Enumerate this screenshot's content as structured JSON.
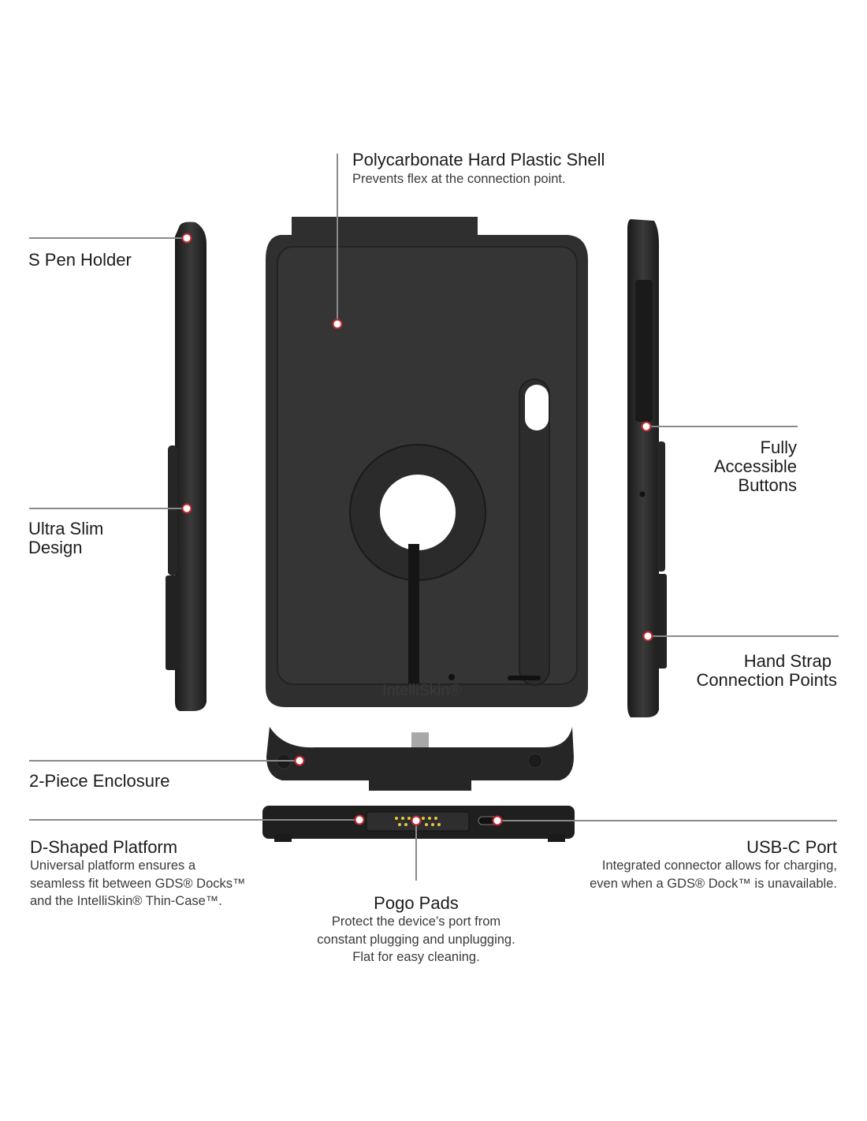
{
  "colors": {
    "accent_ring": "#c0272d",
    "case_body": "#2e2e2e",
    "leader_line": "#8a8a8a",
    "pogo_pins": "#e8c840"
  },
  "callouts": {
    "shell": {
      "title": "Polycarbonate Hard Plastic Shell",
      "description": "Prevents flex at the connection point."
    },
    "spen": {
      "title": "S Pen Holder"
    },
    "slim": {
      "title_lines": [
        "Ultra Slim",
        "Design"
      ]
    },
    "buttons": {
      "title_lines": [
        "Fully",
        "Accessible",
        "Buttons"
      ]
    },
    "strap": {
      "title_lines": [
        "Hand Strap",
        "Connection Points"
      ]
    },
    "enclosure": {
      "title": "2-Piece Enclosure"
    },
    "platform": {
      "title": "D-Shaped Platform",
      "description_lines": [
        "Universal platform ensures a",
        "seamless fit between GDS® Docks™",
        "and the IntelliSkin® Thin-Case™."
      ]
    },
    "pogo": {
      "title": "Pogo Pads",
      "description_lines": [
        "Protect the device’s port from",
        "constant plugging and unplugging.",
        "Flat for easy cleaning."
      ]
    },
    "usbc": {
      "title": "USB-C Port",
      "description_lines": [
        "Integrated connector allows for charging,",
        "even when a GDS® Dock™ is unavailable."
      ]
    }
  },
  "product": {
    "case_logo": "IntelliSkin®"
  }
}
